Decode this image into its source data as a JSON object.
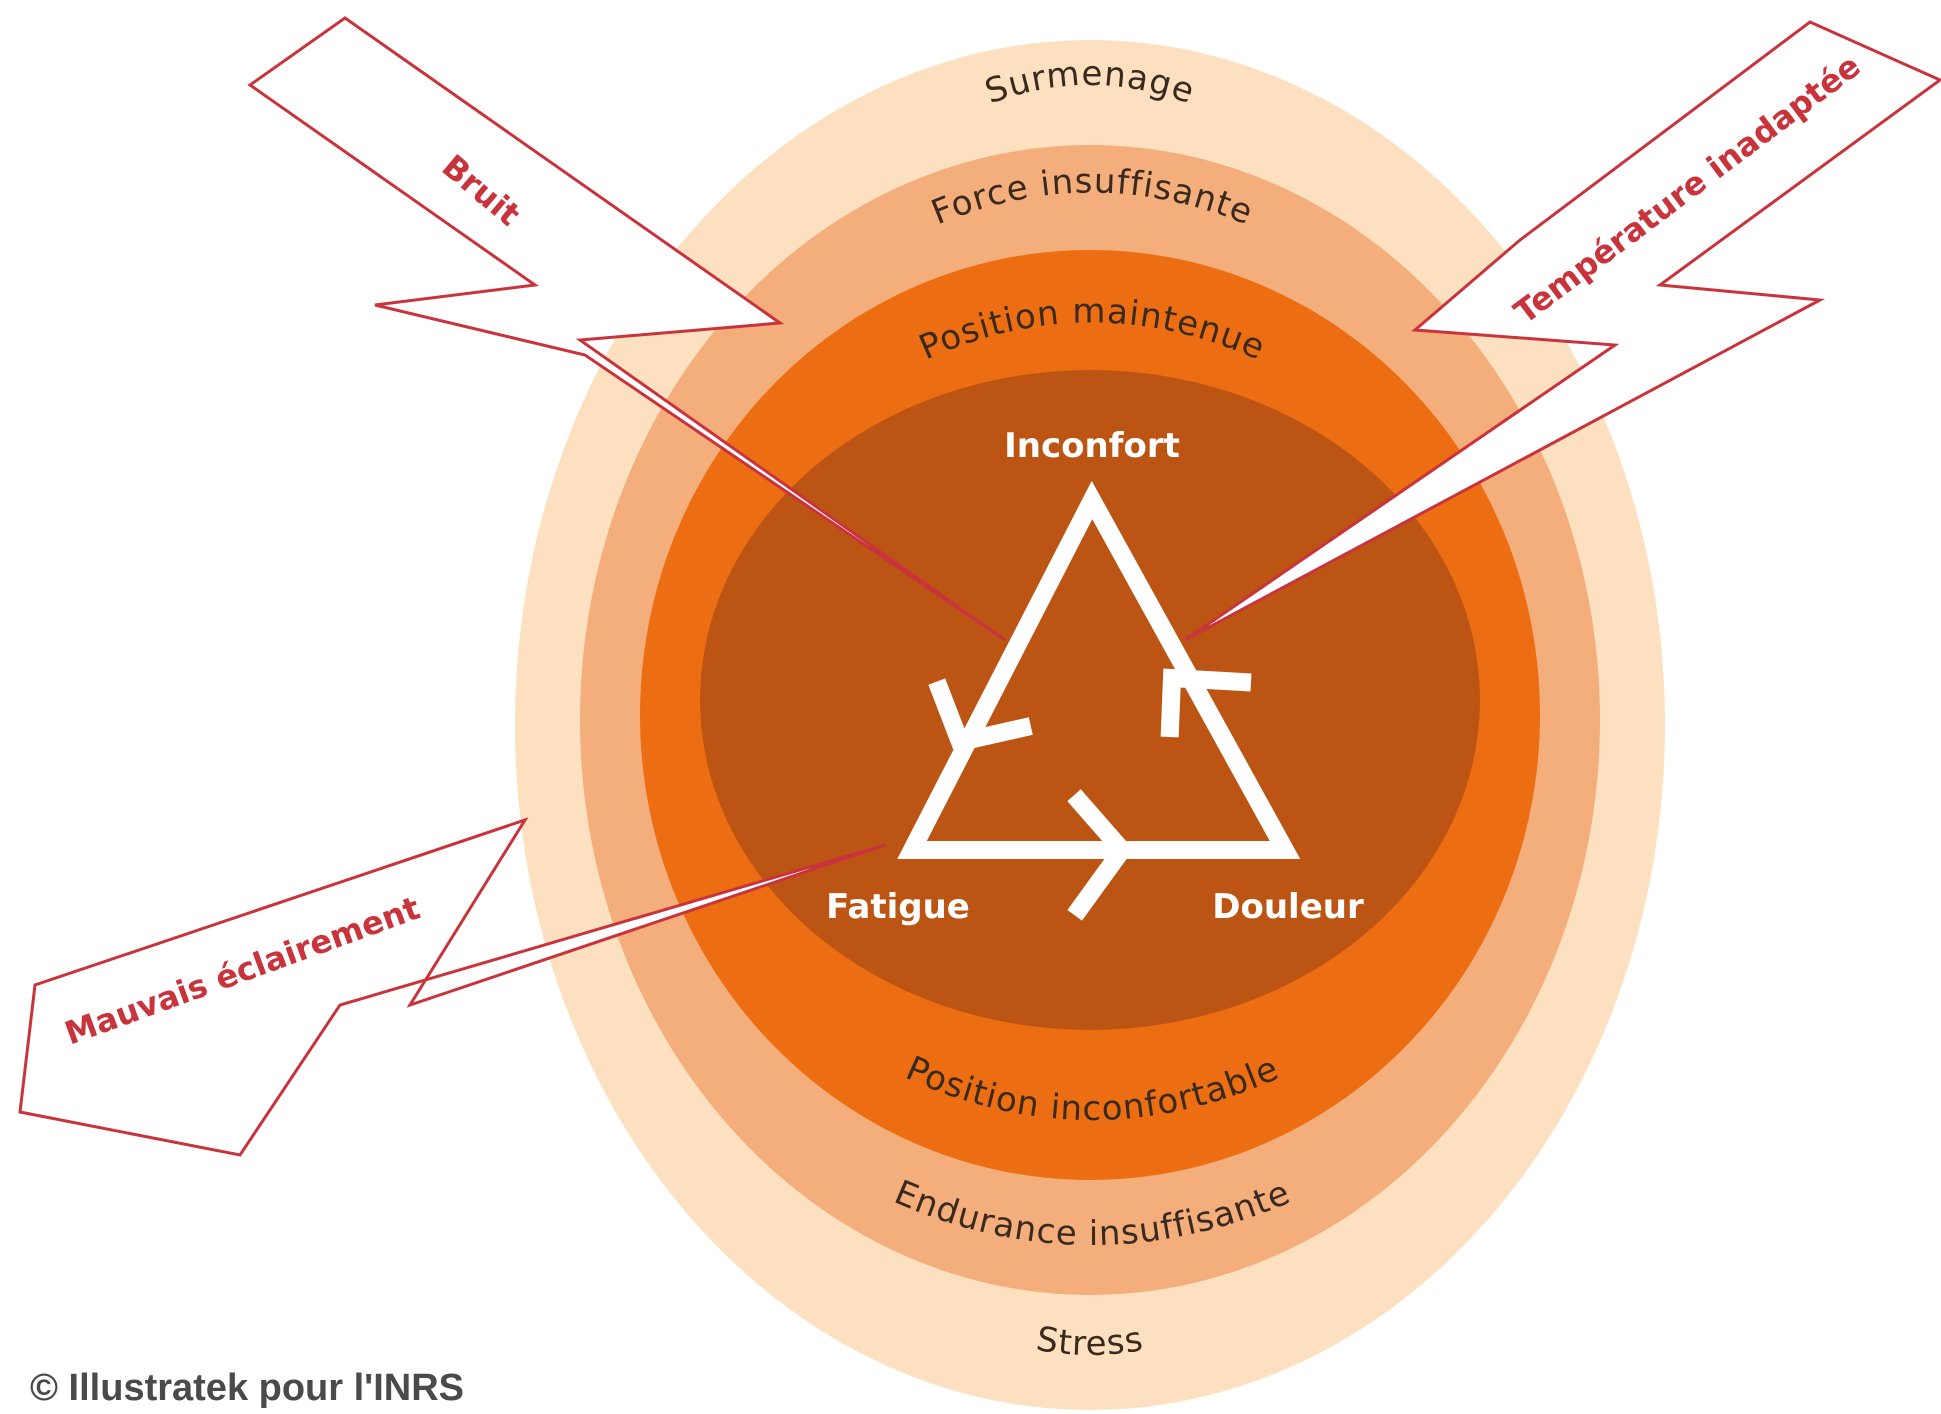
{
  "colors": {
    "ring_stress": "#fde0bf",
    "ring_endurance": "#f4ae7c",
    "ring_position": "#ed6e12",
    "core": "#bc5513",
    "bolt_stroke": "#c8333c",
    "bolt_text": "#c8333c",
    "cycle": "#ffffff"
  },
  "rings": {
    "outer_top": "Surmenage",
    "outer_bottom": "Stress",
    "middle_top": "Force insuffisante",
    "middle_bottom": "Endurance insuffisante",
    "inner_top": "Position maintenue",
    "inner_bottom": "Position inconfortable"
  },
  "cycle": {
    "top": "Inconfort",
    "left": "Fatigue",
    "right": "Douleur"
  },
  "factors": {
    "noise": "Bruit",
    "temperature": "Température inadaptée",
    "lighting": "Mauvais éclairement"
  },
  "credit": "© Illustratek pour l'INRS"
}
